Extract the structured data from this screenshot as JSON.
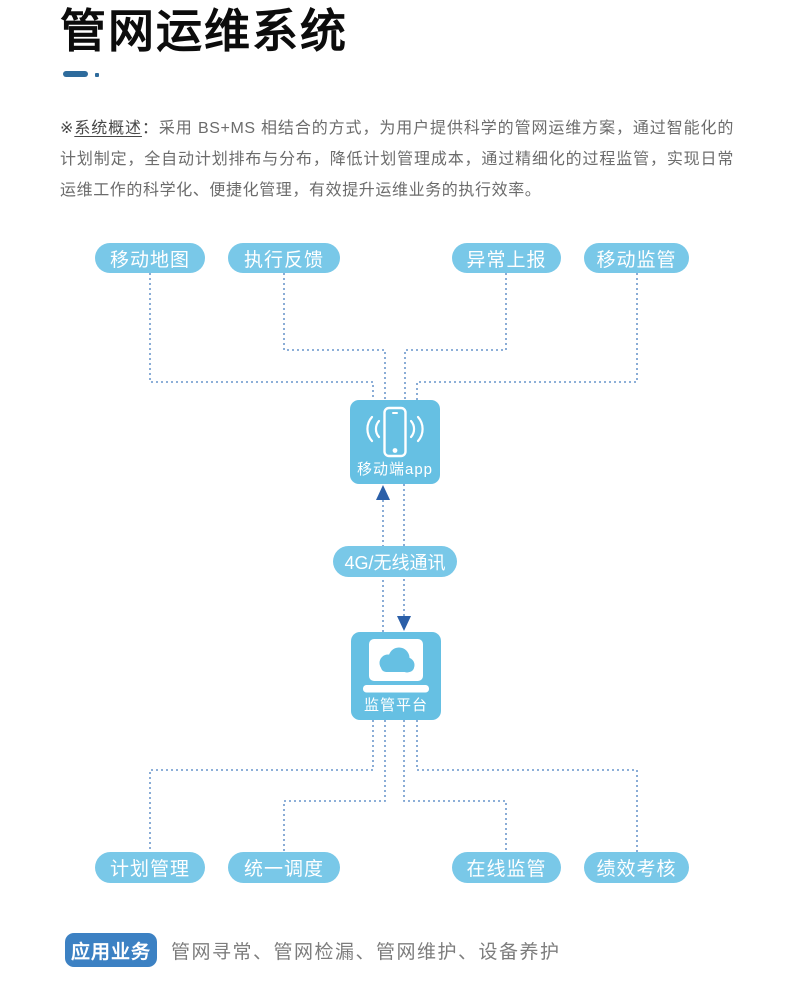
{
  "header": {
    "title": "管网运维系统",
    "overview_prefix": "※",
    "overview_label": "系统概述",
    "overview_colon": "：",
    "overview_text": "采用 BS+MS 相结合的方式，为用户提供科学的管网运维方案，通过智能化的计划制定，全自动计划排布与分布，降低计划管理成本，通过精细化的过程监管，实现日常运维工作的科学化、便捷化管理，有效提升运维业务的执行效率。"
  },
  "diagram": {
    "top_nodes": [
      "移动地图",
      "执行反馈",
      "异常上报",
      "移动监管"
    ],
    "mobile_app_label": "移动端app",
    "link_label": "4G/无线通讯",
    "platform_label": "监管平台",
    "bottom_nodes": [
      "计划管理",
      "统一调度",
      "在线监管",
      "绩效考核"
    ]
  },
  "footer": {
    "badge_label": "应用业务",
    "items_text": "管网寻常、管网检漏、管网维护、设备养护"
  },
  "colors": {
    "node_blue": "#79c8e8",
    "box_blue": "#66c0e3",
    "badge_blue": "#3c81c3",
    "arrow_blue": "#2b5fa8",
    "dash_line_blue": "#7da4d2",
    "deco_dash_blue": "#2e6b9c",
    "title_black": "#0c0c0c",
    "body_gray": "#6c6c6c"
  }
}
